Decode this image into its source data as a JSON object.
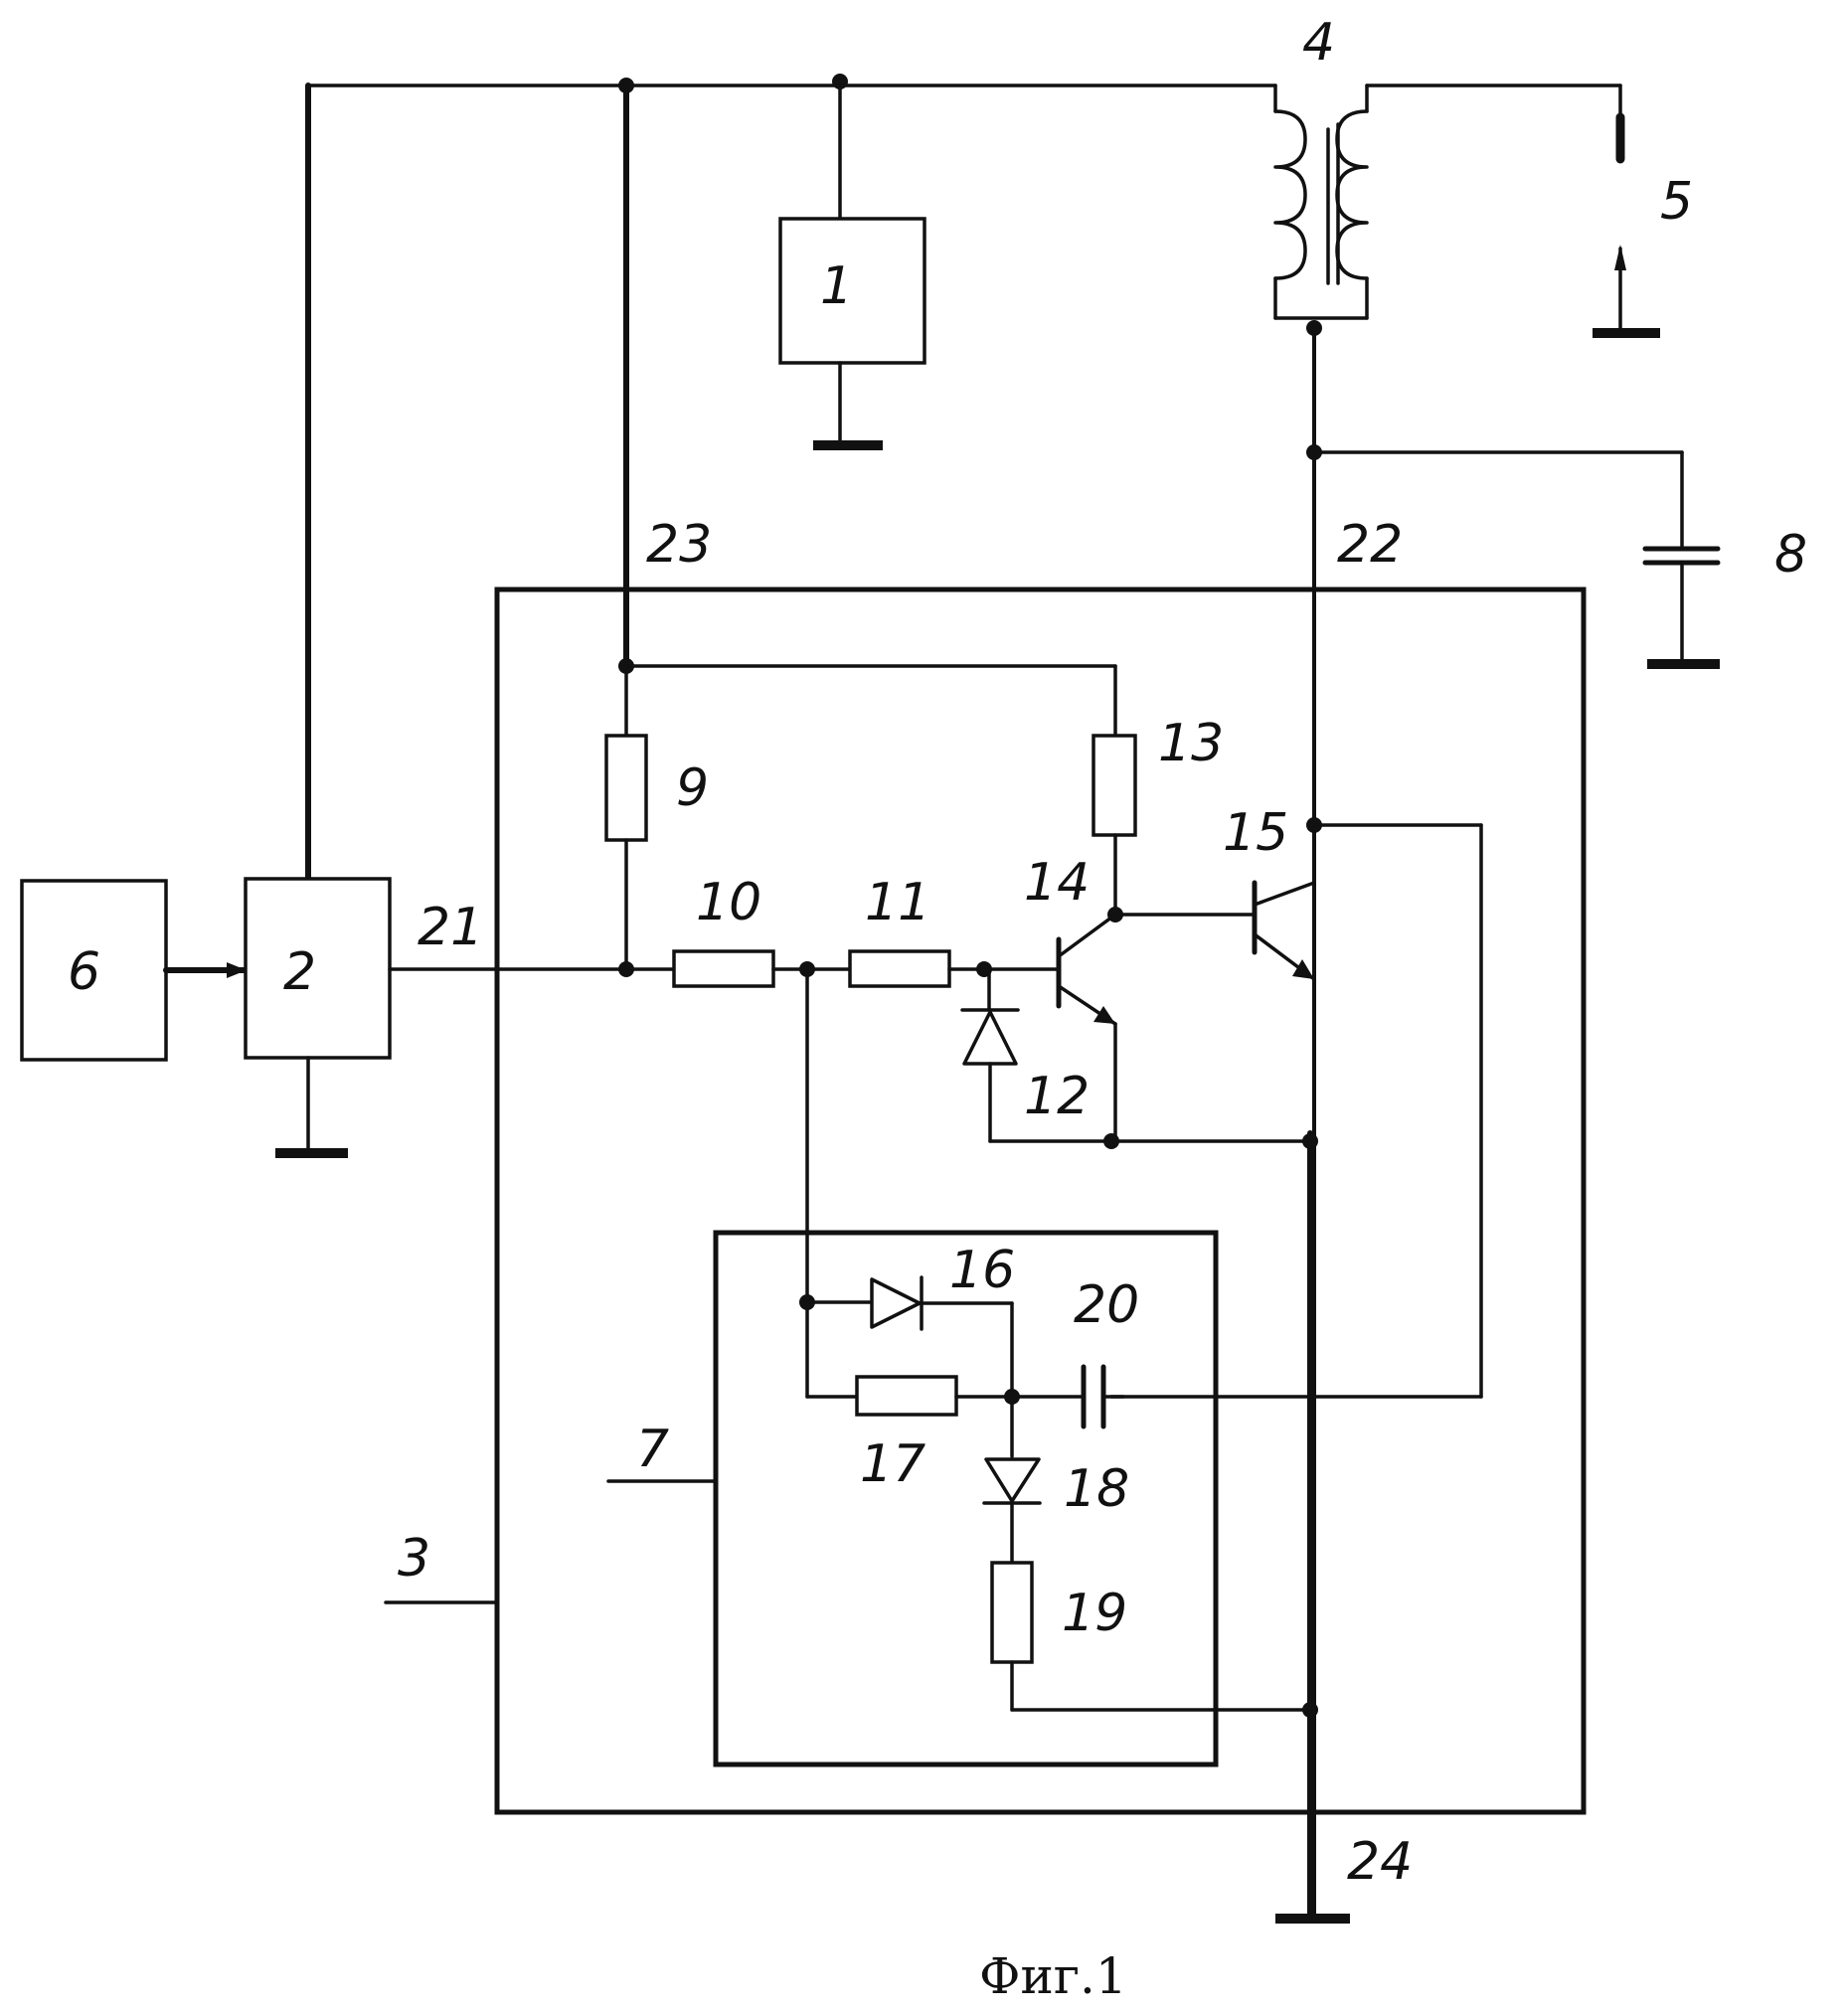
{
  "caption": "Фиг.1",
  "labels": {
    "b1": "1",
    "b2": "2",
    "b3": "3",
    "b4": "4",
    "b5": "5",
    "b6": "6",
    "b7": "7",
    "b8": "8",
    "b9": "9",
    "b10": "10",
    "b11": "11",
    "b12": "12",
    "b13": "13",
    "b14": "14",
    "b15": "15",
    "b16": "16",
    "b17": "17",
    "b18": "18",
    "b19": "19",
    "b20": "20",
    "b21": "21",
    "b22": "22",
    "b23": "23",
    "b24": "24"
  }
}
